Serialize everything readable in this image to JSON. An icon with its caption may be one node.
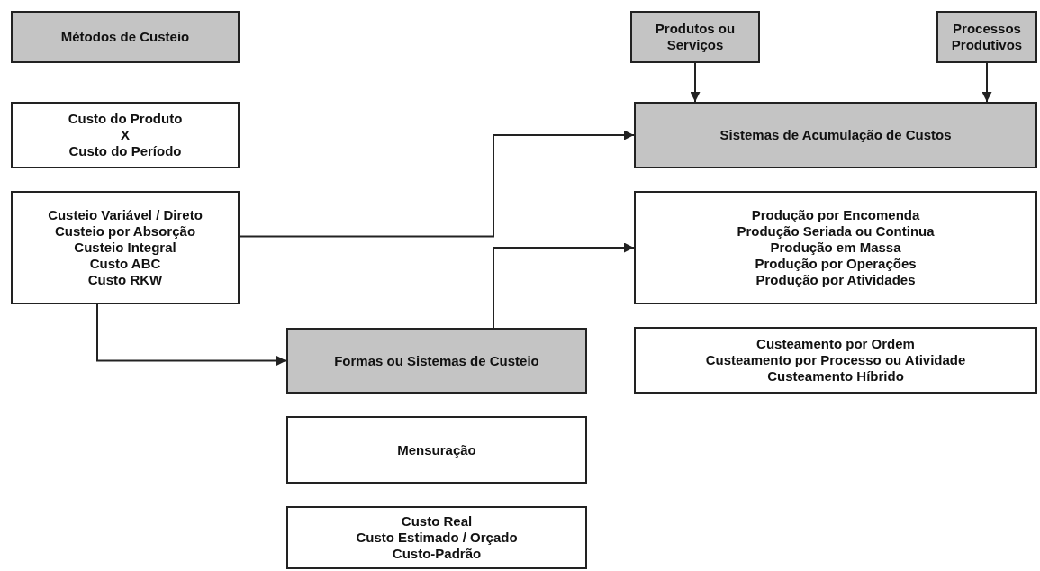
{
  "diagram": {
    "nodes": [
      {
        "text": [
          "Métodos de Custeio"
        ]
      },
      {
        "text": [
          "Custo do Produto",
          "X",
          "Custo do Período"
        ]
      },
      {
        "text": [
          "Custeio Variável / Direto",
          "Custeio por Absorção",
          "Custeio Integral",
          "Custo ABC",
          "Custo RKW"
        ]
      },
      {
        "text": [
          "Formas ou Sistemas de Custeio"
        ]
      },
      {
        "text": [
          "Mensuração"
        ]
      },
      {
        "text": [
          "Custo Real",
          "Custo Estimado / Orçado",
          "Custo-Padrão"
        ]
      },
      {
        "text": [
          "Produtos ou Serviços"
        ]
      },
      {
        "text": [
          "Processos Produtivos"
        ]
      },
      {
        "text": [
          "Sistemas de Acumulação de Custos"
        ]
      },
      {
        "text": [
          "Produção por Encomenda",
          "Produção Seriada ou Continua",
          "Produção em Massa",
          "Produção por Operações",
          "Produção por Atividades"
        ]
      },
      {
        "text": [
          "Custeamento por Ordem",
          "Custeamento por Processo ou Atividade",
          "Custeamento Híbrido"
        ]
      }
    ],
    "edges": [
      {
        "from": 2,
        "to": 8,
        "arrow": "to"
      },
      {
        "from": 3,
        "to": 9,
        "arrow": "to"
      },
      {
        "from": 2,
        "to": 3,
        "arrow": "to"
      },
      {
        "from": 6,
        "to": 8,
        "arrow": "to"
      },
      {
        "from": 7,
        "to": 8,
        "arrow": "to"
      }
    ]
  }
}
